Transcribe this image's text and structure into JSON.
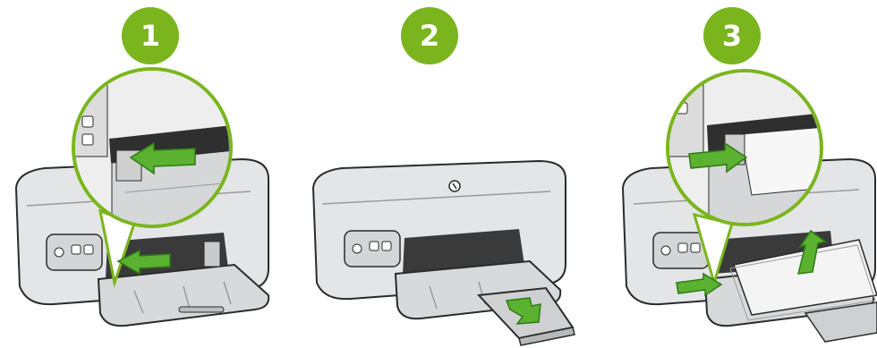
{
  "colors": {
    "badge": "#7ab51d",
    "arrow": "#5bb130",
    "arrow_outline": "#2f7a16",
    "printer_body": "#e4e5e6",
    "printer_outline": "#2b2b2b",
    "paper": "#f4f4f4"
  },
  "steps": [
    {
      "number": "1",
      "action": "slide-paper-guide-left",
      "icons": [
        "printer-icon",
        "zoom-callout-icon",
        "arrow-left-icon"
      ]
    },
    {
      "number": "2",
      "action": "pull-out-tray-extender",
      "icons": [
        "printer-icon",
        "hp-logo-icon",
        "arrow-down-icon"
      ]
    },
    {
      "number": "3",
      "action": "load-paper-and-slide-guide",
      "icons": [
        "printer-icon",
        "zoom-callout-icon",
        "arrow-right-icon",
        "arrow-up-icon",
        "paper-stack-icon"
      ]
    }
  ]
}
